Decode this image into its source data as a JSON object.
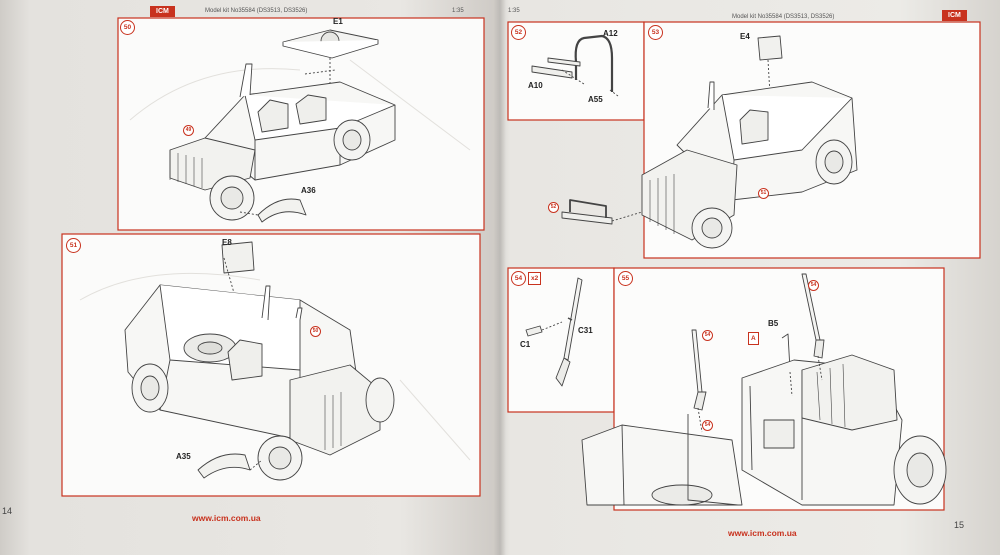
{
  "spread": {
    "left_page": {
      "brand": "ICM",
      "header_model": "Model kit No35584 (DS3513, DS3526)",
      "scale": "1:35",
      "steps": {
        "s50": {
          "number": "50",
          "parts": [
            "E1",
            "A36"
          ],
          "callout": "49"
        },
        "s51": {
          "number": "51",
          "parts": [
            "E8",
            "A35"
          ],
          "callout": "50"
        }
      },
      "footer_url": "www.icm.com.ua",
      "page_number": "14"
    },
    "right_page": {
      "brand": "ICM",
      "header_model": "Model kit No35584 (DS3513, DS3526)",
      "scale": "1:35",
      "steps": {
        "s52": {
          "number": "52",
          "parts": [
            "A12",
            "A10",
            "A55"
          ]
        },
        "s53": {
          "number": "53",
          "parts": [
            "E4"
          ],
          "callouts": [
            "51",
            "52"
          ]
        },
        "s54": {
          "number": "54",
          "multiplier": "x2",
          "parts": [
            "C31",
            "C1"
          ]
        },
        "s55": {
          "number": "55",
          "parts": [
            "B5"
          ],
          "marker": "A",
          "callouts": [
            "54",
            "54",
            "54"
          ]
        }
      },
      "footer_url": "www.icm.com.ua",
      "page_number": "15"
    }
  }
}
